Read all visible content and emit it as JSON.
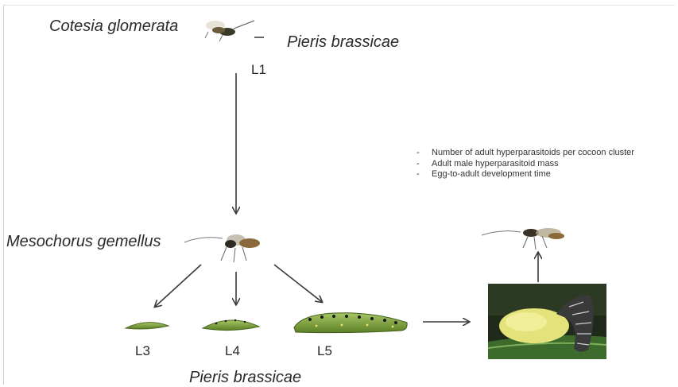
{
  "labels": {
    "parasitoid": "Cotesia glomerata",
    "host_top": "Pieris brassicae",
    "host_bottom": "Pieris brassicae",
    "hyperparasitoid": "Mesochorus gemellus"
  },
  "stages": {
    "l1": "L1",
    "l3": "L3",
    "l4": "L4",
    "l5": "L5"
  },
  "measures": [
    "Number of adult hyperparasitoids per cocoon cluster",
    "Adult male hyperparasitoid mass",
    "Egg-to-adult development time"
  ],
  "colors": {
    "arrow": "#3a3a3a",
    "larva_green": "#7fa33a",
    "leaf_green": "#3d6b2c",
    "cocoon_yellow": "#e4e27a"
  }
}
